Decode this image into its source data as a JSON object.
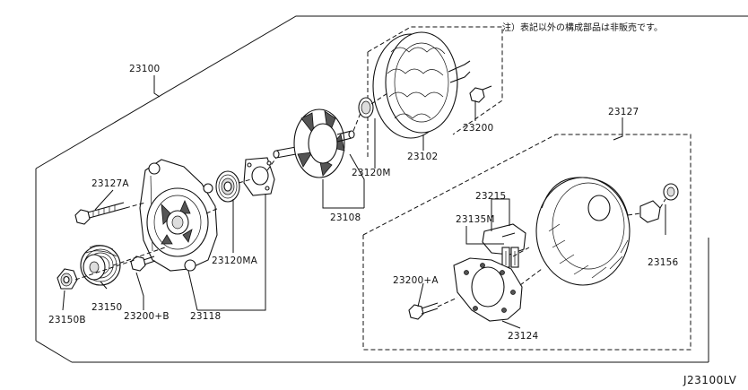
{
  "note": "注）表記以外の構成部品は非販売です。",
  "diagram_code": "J23100LV",
  "labels": {
    "p23100": "23100",
    "p23127A": "23127A",
    "p23102": "23102",
    "p23200": "23200",
    "p23127": "23127",
    "p23120M": "23120M",
    "p23108": "23108",
    "p23215": "23215",
    "p23135M": "23135M",
    "p23120MA": "23120MA",
    "p23156": "23156",
    "p23200A": "23200+A",
    "p23150": "23150",
    "p23200B": "23200+B",
    "p23118": "23118",
    "p23150B": "23150B",
    "p23124": "23124"
  }
}
